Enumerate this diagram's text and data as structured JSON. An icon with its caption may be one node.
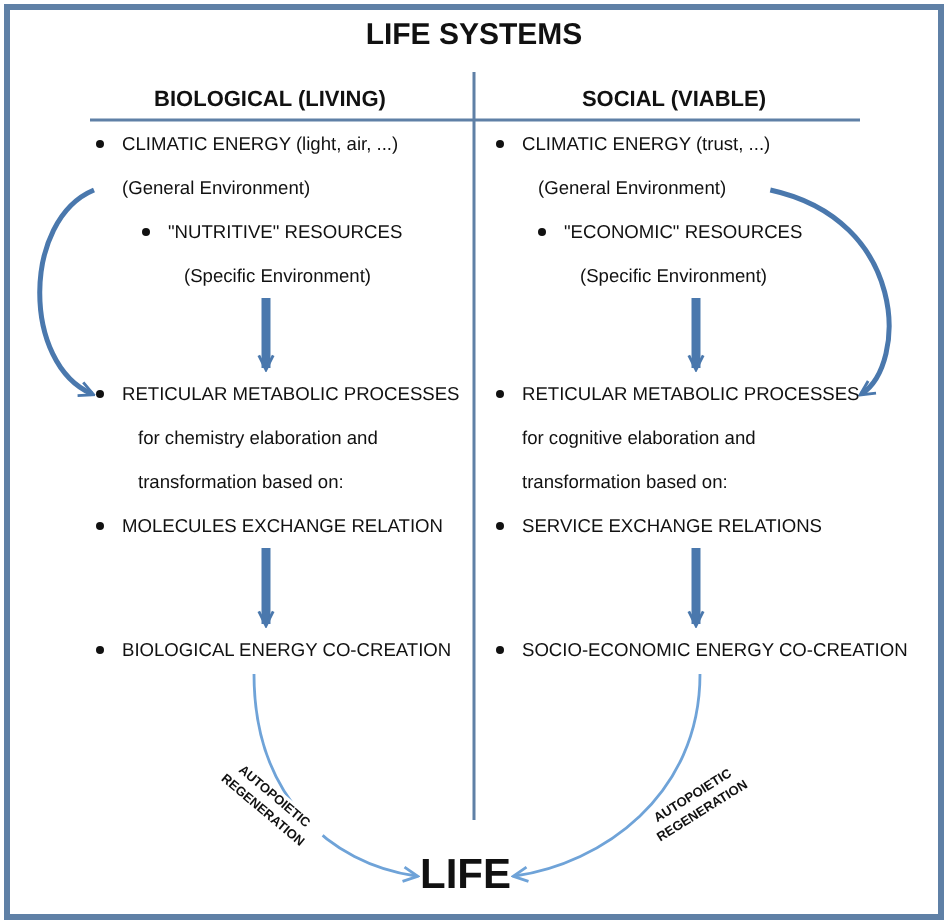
{
  "diagram": {
    "title": "LIFE SYSTEMS",
    "nodes": [
      {
        "text": [
          "CLIMATIC ENERGY (light, air, ...)",
          "(General Environment)"
        ]
      },
      {
        "text": [
          "\"NUTRITIVE\" RESOURCES",
          "(Specific Environment)"
        ]
      },
      {
        "text": [
          "RETICULAR METABOLIC PROCESSES",
          "for chemistry elaboration and transformation based on:"
        ]
      },
      {
        "text": [
          "MOLECULES EXCHANGE RELATION"
        ]
      },
      {
        "text": [
          "BIOLOGICAL ENERGY CO-CREATION"
        ]
      },
      {
        "text": [
          "CLIMATIC ENERGY (trust, ...)",
          "(General Environment)"
        ]
      },
      {
        "text": [
          "\"ECONOMIC\" RESOURCES",
          "(Specific Environment)"
        ]
      },
      {
        "text": [
          "RETICULAR METABOLIC PROCESSES",
          "for cognitive elaboration and transformation based on:"
        ]
      },
      {
        "text": [
          "SERVICE EXCHANGE RELATIONS"
        ]
      },
      {
        "text": [
          "SOCIO-ECONOMIC ENERGY CO-CREATION"
        ]
      },
      {
        "text": [
          "LIFE"
        ]
      }
    ],
    "edges": [
      {
        "from": 0,
        "to": 2,
        "arrow": "to"
      },
      {
        "from": 1,
        "to": 2,
        "arrow": "to",
        "style": "thick"
      },
      {
        "from": 3,
        "to": 4,
        "arrow": "to",
        "style": "thick"
      },
      {
        "from": 4,
        "to": 10,
        "arrow": "to",
        "label": "AUTOPOIETIC REGENERATION",
        "color": "#6fa3d8"
      },
      {
        "from": 5,
        "to": 7,
        "arrow": "to"
      },
      {
        "from": 6,
        "to": 7,
        "arrow": "to",
        "style": "thick"
      },
      {
        "from": 8,
        "to": 9,
        "arrow": "to",
        "style": "thick"
      },
      {
        "from": 9,
        "to": 10,
        "arrow": "to",
        "label": "AUTOPOIETIC REGENERATION",
        "color": "#6fa3d8"
      }
    ],
    "labels": [
      "BIOLOGICAL (LIVING)",
      "SOCIAL (VIABLE)"
    ]
  }
}
